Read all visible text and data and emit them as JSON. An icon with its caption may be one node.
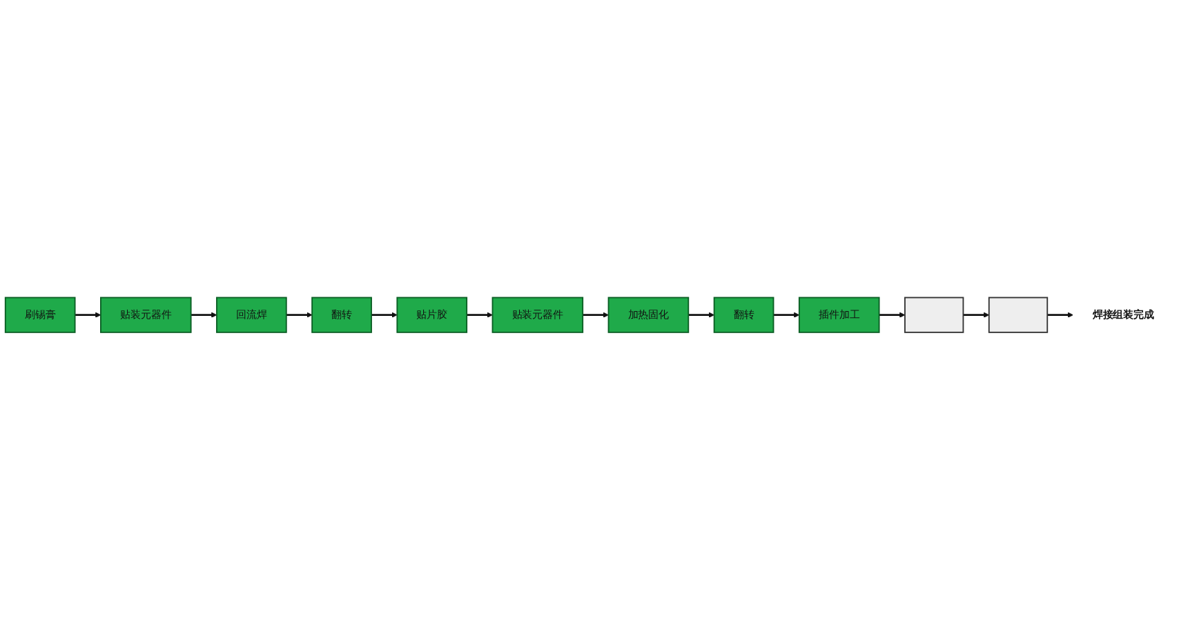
{
  "diagram": {
    "nodes": [
      {
        "text": [
          "刷锡膏"
        ]
      },
      {
        "text": [
          "贴装元器件"
        ]
      },
      {
        "text": [
          "回流焊"
        ]
      },
      {
        "text": [
          "翻转"
        ]
      },
      {
        "text": [
          "贴片胶"
        ]
      },
      {
        "text": [
          "贴装元器件"
        ]
      },
      {
        "text": [
          "加热固化"
        ]
      },
      {
        "text": [
          "翻转"
        ]
      },
      {
        "text": [
          "插件加工"
        ]
      },
      {
        "text": [],
        "shape": "box"
      },
      {
        "text": [],
        "shape": "box"
      },
      {
        "text": [
          "焊接组装完成"
        ]
      }
    ],
    "edges": [
      {
        "from": 0,
        "to": 1,
        "arrow": "to"
      },
      {
        "from": 1,
        "to": 2,
        "arrow": "to"
      },
      {
        "from": 2,
        "to": 3,
        "arrow": "to"
      },
      {
        "from": 3,
        "to": 4,
        "arrow": "to"
      },
      {
        "from": 4,
        "to": 5,
        "arrow": "to"
      },
      {
        "from": 5,
        "to": 6,
        "arrow": "to"
      },
      {
        "from": 6,
        "to": 7,
        "arrow": "to"
      },
      {
        "from": 7,
        "to": 8,
        "arrow": "to"
      },
      {
        "from": 8,
        "to": 9,
        "arrow": "to"
      },
      {
        "from": 9,
        "to": 10,
        "arrow": "to"
      },
      {
        "from": 10,
        "to": 11,
        "arrow": "to"
      }
    ]
  }
}
